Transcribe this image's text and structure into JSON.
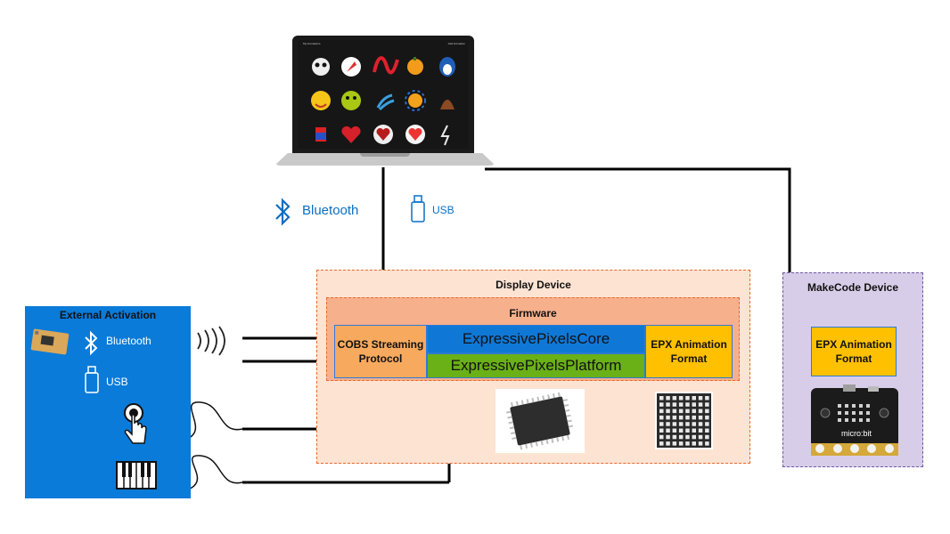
{
  "laptop": {
    "window_title": "My Animations",
    "window_actions": "Add Animation",
    "icon": "laptop-icon"
  },
  "connections": {
    "bluetooth_label": "Bluetooth",
    "usb_label": "USB",
    "bluetooth_icon": "bluetooth-icon",
    "usb_icon": "usb-icon"
  },
  "external_activation": {
    "title": "External Activation",
    "bluetooth_label": "Bluetooth",
    "usb_label": "USB",
    "board_icon": "circuit-board-icon",
    "touch_icon": "touch-button-icon",
    "piano_icon": "piano-keyboard-icon",
    "wave_icon": "wireless-signal-icon",
    "panel_color": "#0b7bd9"
  },
  "display_device": {
    "title": "Display Device",
    "firmware": {
      "title": "Firmware",
      "cobs_label": "COBS Streaming\nProtocol",
      "core_label": "ExpressivePixelsCore",
      "platform_label": "ExpressivePixelsPlatform",
      "epx_label": "EPX Animation\nFormat"
    },
    "chip_icon": "microcontroller-chip-icon",
    "matrix_icon": "led-matrix-icon"
  },
  "makecode_device": {
    "title": "MakeCode Device",
    "epx_label": "EPX Animation\nFormat",
    "board_icon": "microbit-board-icon"
  },
  "colors": {
    "accent_blue": "#0b6fc4",
    "core_blue": "#0f78d6",
    "platform_green": "#6ab017",
    "epx_yellow": "#ffc000",
    "cobs_orange": "#f7a95e",
    "display_bg": "#fde3d2",
    "firmware_bg": "#f7b08c",
    "makecode_bg": "#d8cde8"
  }
}
